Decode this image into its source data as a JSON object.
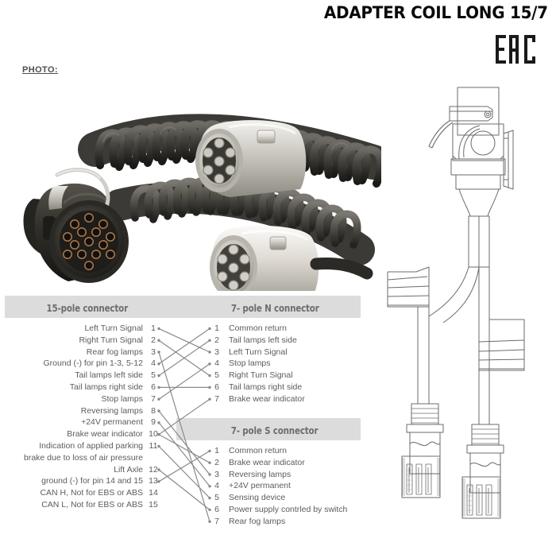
{
  "header": {
    "title": "ADAPTER COIL LONG 15/7",
    "certification_mark": "EAC"
  },
  "photo_section": {
    "label": "PHOTO:",
    "description": "Coiled adapter cable with black 15-pin connector and two silver 7-pin connectors"
  },
  "drawing_section": {
    "description": "Technical line drawing: 15-pin connector head with cable splitting to two 7-pin connectors"
  },
  "tables": {
    "pole15": {
      "header": "15-pole connector",
      "rows": [
        {
          "num": "1",
          "label": "Left Turn Signal"
        },
        {
          "num": "2",
          "label": "Right Turn Signal"
        },
        {
          "num": "3",
          "label": "Rear fog lamps"
        },
        {
          "num": "4",
          "label": "Ground (-) for pin 1-3, 5-12"
        },
        {
          "num": "5",
          "label": "Tail lamps left side"
        },
        {
          "num": "6",
          "label": "Tail lamps right side"
        },
        {
          "num": "7",
          "label": "Stop lamps"
        },
        {
          "num": "8",
          "label": "Reversing lamps"
        },
        {
          "num": "9",
          "label": "+24V permanent"
        },
        {
          "num": "10",
          "label": "Brake wear indicator"
        },
        {
          "num": "11",
          "label": "Indication of applied parking"
        },
        {
          "num": "",
          "label": "brake due to loss of air pressure"
        },
        {
          "num": "12",
          "label": "Lift Axle"
        },
        {
          "num": "13",
          "label": "ground (-) for pin 14 and 15"
        },
        {
          "num": "14",
          "label": "CAN H, Not for EBS or ABS"
        },
        {
          "num": "15",
          "label": "CAN L, Not for EBS or ABS"
        }
      ]
    },
    "poleN": {
      "header": "7- pole N connector",
      "rows": [
        {
          "num": "1",
          "label": "Common return"
        },
        {
          "num": "2",
          "label": "Tail lamps left side"
        },
        {
          "num": "3",
          "label": "Left Turn Signal"
        },
        {
          "num": "4",
          "label": "Stop lamps"
        },
        {
          "num": "5",
          "label": "Right Turn Signal"
        },
        {
          "num": "6",
          "label": "Tail lamps right side"
        },
        {
          "num": "7",
          "label": "Brake wear indicator"
        }
      ]
    },
    "poleS": {
      "header": "7- pole S connector",
      "rows": [
        {
          "num": "1",
          "label": "Common return"
        },
        {
          "num": "2",
          "label": "Brake wear indicator"
        },
        {
          "num": "3",
          "label": "Reversing lamps"
        },
        {
          "num": "4",
          "label": "+24V permanent"
        },
        {
          "num": "5",
          "label": "Sensing device"
        },
        {
          "num": "6",
          "label": "Power supply contrled by switch"
        },
        {
          "num": "7",
          "label": "Rear fog lamps"
        }
      ]
    }
  },
  "colors": {
    "header_band": "#dcdcdc",
    "header_text": "#6e6e6e",
    "body_text": "#5c5c5c",
    "wire_line": "#8a8a8a",
    "title": "#0a0a0a"
  }
}
